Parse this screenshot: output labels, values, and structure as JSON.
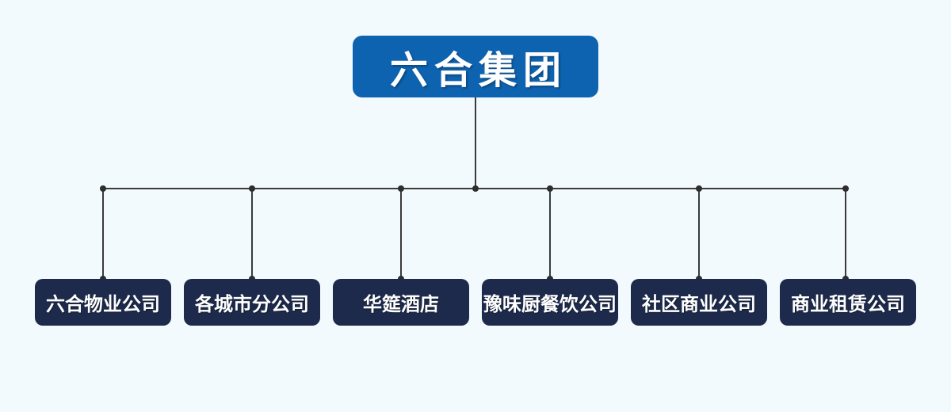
{
  "org_chart": {
    "type": "org-chart",
    "root": {
      "label": "六合集团"
    },
    "children": [
      {
        "label": "六合物业公司"
      },
      {
        "label": "各城市分公司"
      },
      {
        "label": "华筵酒店"
      },
      {
        "label": "豫味厨餐饮公司"
      },
      {
        "label": "社区商业公司"
      },
      {
        "label": "商业租赁公司"
      }
    ]
  },
  "colors": {
    "background": "#f2fafd",
    "root_node_fill": "#0e63b0",
    "child_node_fill": "#1d2a4b",
    "node_text": "#ffffff",
    "connector_line": "#3b3b3b",
    "junction_dot": "#2d2d2d"
  }
}
